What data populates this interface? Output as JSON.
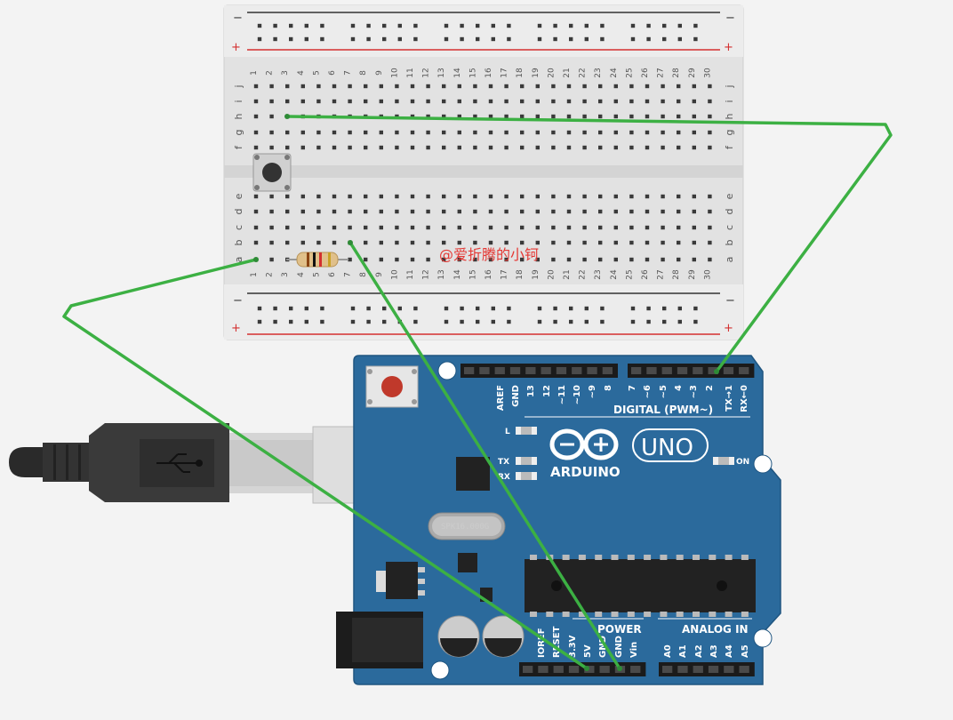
{
  "breadboard": {
    "rail_minus": "−",
    "rail_plus": "+",
    "top_rows": [
      "j",
      "i",
      "h",
      "g",
      "f"
    ],
    "bottom_rows": [
      "e",
      "d",
      "c",
      "b",
      "a"
    ],
    "columns": 30
  },
  "arduino": {
    "digital_pins": [
      "AREF",
      "GND",
      "13",
      "12",
      "~11",
      "~10",
      "~9",
      "8",
      "7",
      "~6",
      "~5",
      "4",
      "~3",
      "2",
      "TX→1",
      "RX←0"
    ],
    "digital_header": "DIGITAL (PWM~)",
    "logo_text": "ARDUINO",
    "model": "UNO",
    "led_l": "L",
    "led_tx": "TX",
    "led_rx": "RX",
    "led_on": "ON",
    "crystal": "SPK16.000G",
    "power_header": "POWER",
    "analog_header": "ANALOG IN",
    "power_pins": [
      "IOREF",
      "RESET",
      "3.3V",
      "5V",
      "GND",
      "GND",
      "Vin"
    ],
    "analog_pins": [
      "A0",
      "A1",
      "A2",
      "A3",
      "A4",
      "A5"
    ]
  },
  "watermark": "@爱折腾的小钶",
  "colors": {
    "board": "#2b6a9c",
    "breadboard": "#e4e4e4",
    "wire": "#3cb043",
    "rail_red": "#d32f2f",
    "rail_dark": "#333333"
  }
}
